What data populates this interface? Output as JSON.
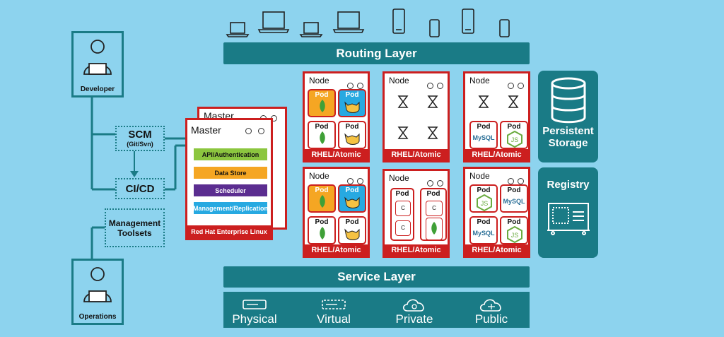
{
  "routing_layer": "Routing Layer",
  "service_layer": "Service Layer",
  "developer": "Developer",
  "operations": "Operations",
  "scm": {
    "title": "SCM",
    "sub": "(Git/Svn)"
  },
  "cicd": "CI/CD",
  "mgmt": {
    "l1": "Management",
    "l2": "Toolsets"
  },
  "master": {
    "title": "Master",
    "back_title": "Master",
    "items": [
      "API/Authentication",
      "Data Store",
      "Scheduler",
      "Management/Replication"
    ],
    "footer": "Red Hat Enterprise Linux"
  },
  "node_title": "Node",
  "node_footer": "RHEL/Atomic",
  "pod": "Pod",
  "container": "C",
  "mongodb": "mongoDB",
  "mysql": "MySQL",
  "persistent_storage": {
    "l1": "Persistent",
    "l2": "Storage"
  },
  "registry": "Registry",
  "infra": [
    "Physical",
    "Virtual",
    "Private",
    "Public"
  ],
  "colors": {
    "teal": "#1a7b86",
    "red": "#cc1f1f",
    "bg": "#8dd3ee",
    "green": "#8cc63f",
    "orange": "#f5a623",
    "purple": "#5b2d90",
    "cyan": "#27a9e1"
  }
}
